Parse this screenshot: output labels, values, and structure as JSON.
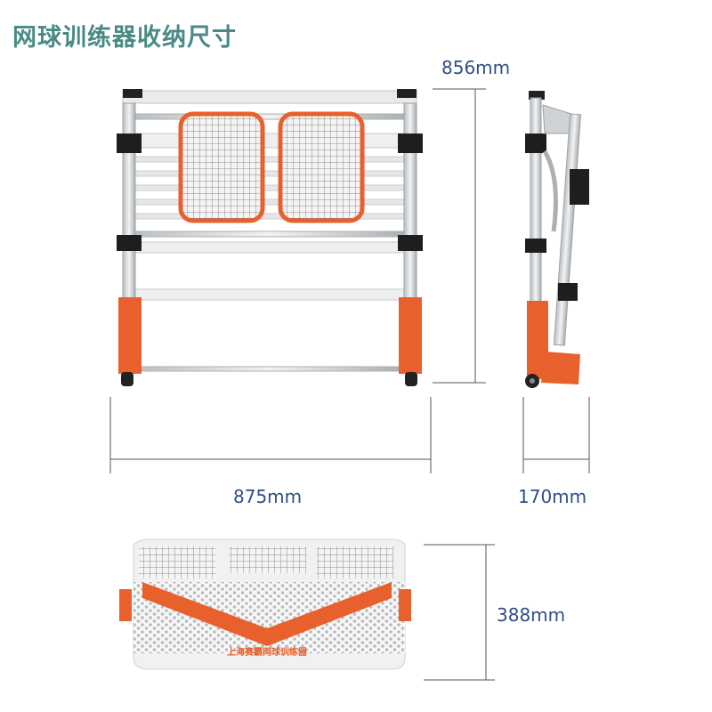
{
  "title": "网球训练器收纳尺寸",
  "dimensions": {
    "height": "856mm",
    "width": "875mm",
    "depth": "170mm",
    "length": "388mm"
  },
  "brand_text": "上海赛霸网球训练器",
  "colors": {
    "title": "#4a8a86",
    "dimension_text": "#2f4f86",
    "accent_orange": "#e8612c",
    "frame_silver": "#cfd3d6",
    "dimension_line": "#555555"
  }
}
